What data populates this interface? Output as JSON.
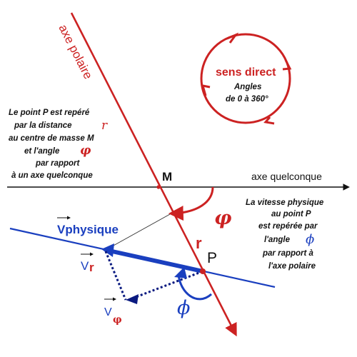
{
  "labels": {
    "polar_axis": "axe polaire",
    "any_axis": "axe quelconque",
    "point_m": "M",
    "point_p": "P",
    "r": "r",
    "phi_symbol": "φ",
    "big_phi": "ϕ",
    "v_physique": "Vphysique",
    "v_r_main": "V",
    "v_r_sub": "r",
    "v_phi_main": "V",
    "v_phi_sub": "φ"
  },
  "direction_box": {
    "title": "sens direct",
    "subtitle_line1": "Angles",
    "subtitle_line2": "de 0 à 360°"
  },
  "left_note": {
    "line1": "Le point P est repéré",
    "line2_prefix": "par la distance",
    "line2_symbol": "r",
    "line3": "au centre de masse M",
    "line4_prefix": "et l'angle",
    "line4_symbol": "φ",
    "line5": "par rapport",
    "line6": "à un axe quelconque"
  },
  "right_note": {
    "line1": "La vitesse physique",
    "line2": "au point P",
    "line3": "est repérée par",
    "line4_prefix": "l'angle",
    "line4_symbol": "ϕ",
    "line5": "par rapport à",
    "line6": "l'axe polaire"
  },
  "colors": {
    "red": "#cc2222",
    "blue": "#1a3fbf",
    "navy": "#0a1a80",
    "black": "#111111"
  }
}
